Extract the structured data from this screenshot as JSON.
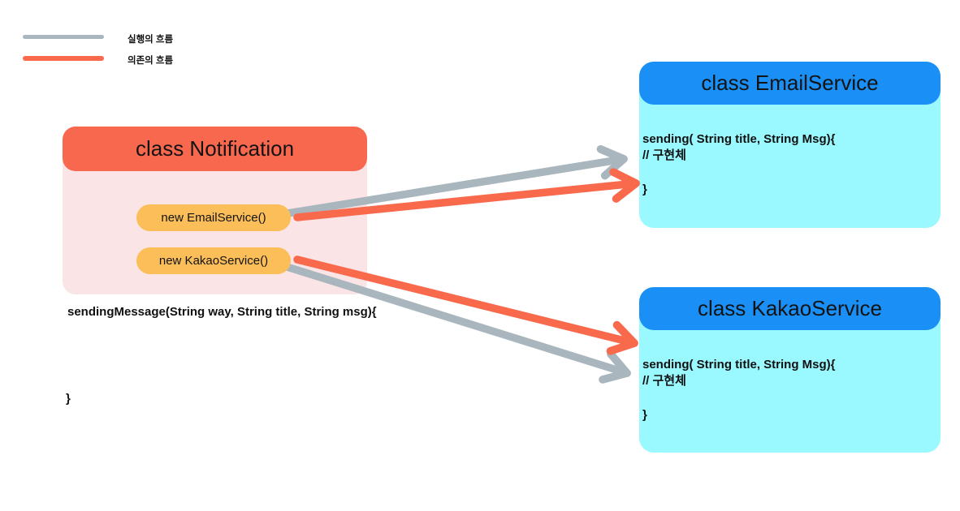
{
  "legend": {
    "items": [
      {
        "id": "execution",
        "label": "실행의 흐름"
      },
      {
        "id": "dependency",
        "label": "의존의 흐름"
      }
    ]
  },
  "notification": {
    "title": "class Notification",
    "code_open": "sendingMessage(String way, String title, String msg){",
    "pills": [
      {
        "label": "new EmailService()"
      },
      {
        "label": "new KakaoService()"
      }
    ],
    "code_close": "}"
  },
  "services": [
    {
      "title": "class EmailService",
      "code": {
        "signature": "sending( String title, String Msg){",
        "comment": "// 구현체",
        "close": "}"
      }
    },
    {
      "title": "class KakaoService",
      "code": {
        "signature": "sending( String title, String Msg){",
        "comment": "// 구현체",
        "close": "}"
      }
    }
  ],
  "colors": {
    "execution_flow": "#A9B6BE",
    "dependency_flow": "#F9694C",
    "notification_header": "#F8684E",
    "notification_body": "#FBE4E6",
    "pill": "#FBBE59",
    "service_header": "#1A8FF5",
    "service_body": "#9AF8FF",
    "text": "#131313"
  }
}
